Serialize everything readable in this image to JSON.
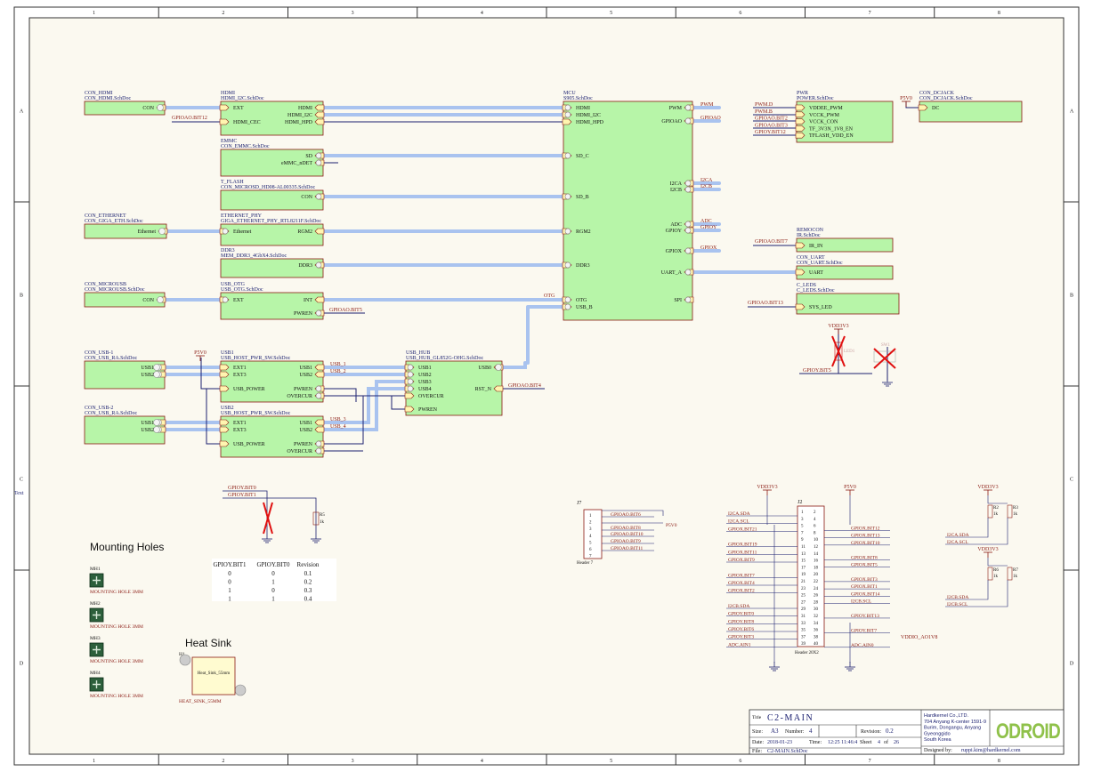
{
  "frame": {
    "columns": [
      "1",
      "2",
      "3",
      "4",
      "5",
      "6",
      "7",
      "8"
    ],
    "rows": [
      "A",
      "B",
      "C",
      "D"
    ],
    "side_text": "Text"
  },
  "colors": {
    "sheet_bg": "#fbf9f0",
    "block_fill": "#b7f5a8",
    "block_stroke": "#8a1a12",
    "bus": "#a9c3ef",
    "wire": "#1c2170",
    "net_label": "#8a1a12",
    "pin_text": "#111111"
  },
  "sheets": {
    "con_hdmi": {
      "name": "CON_HDMI",
      "file": "CON_HDMI.SchDoc",
      "pins": [
        "CON"
      ]
    },
    "hdmi": {
      "name": "HDMI",
      "file": "HDMI_I2C.SchDoc",
      "pins": [
        "EXT",
        "HDMI",
        "HDMI_I2C",
        "HDMI_HPD",
        "HDMI_CEC"
      ]
    },
    "emmc": {
      "name": "EMMC",
      "file": "CON_EMMC.SchDoc",
      "pins": [
        "SD",
        "eMMC_nDET"
      ]
    },
    "tflash": {
      "name": "T_FLASH",
      "file": "CON_MICROSD_HD08-AL00335.SchDoc",
      "pins": [
        "CON"
      ]
    },
    "con_eth": {
      "name": "CON_ETHERNET",
      "file": "CON_GIGA_ETH.SchDoc",
      "pins": [
        "Ethernet"
      ]
    },
    "eth_phy": {
      "name": "ETHERNET_PHY",
      "file": "GIGA_ETHERNET_PHY_RTL8211F.SchDoc",
      "pins": [
        "Ethernet",
        "RGM2"
      ]
    },
    "ddr3": {
      "name": "DDR3",
      "file": "MEM_DDR3_4GbX4.SchDoc",
      "pins": [
        "DDR3"
      ]
    },
    "con_musb": {
      "name": "CON_MICROUSB",
      "file": "CON_MICROUSB.SchDoc",
      "pins": [
        "CON"
      ]
    },
    "usb_otg": {
      "name": "USB_OTG",
      "file": "USB_OTG.SchDoc",
      "pins": [
        "EXT",
        "INT",
        "PWREN"
      ]
    },
    "mcu": {
      "name": "MCU",
      "file": "S905.SchDoc",
      "pins_left": [
        "HDMI",
        "HDMI_I2C",
        "HDMI_HPD",
        "SD_C",
        "SD_B",
        "RGM2",
        "DDR3",
        "OTG",
        "USB_B"
      ],
      "pins_right": [
        "PWM",
        "GPIOAO",
        "I2CA",
        "I2CB",
        "ADC",
        "GPIOY",
        "GPIOX",
        "UART_A",
        "SPI"
      ]
    },
    "pwr": {
      "name": "PWR",
      "file": "POWER.SchDoc",
      "pins": [
        "VDDEE_PWM",
        "VCCK_PWM",
        "VCCK_CON",
        "TF_3V3N_1V8_EN",
        "TFLASH_VDD_EN"
      ]
    },
    "con_dcjack": {
      "name": "CON_DCJACK",
      "file": "CON_DCJACK.SchDoc",
      "pins": [
        "DC"
      ]
    },
    "remocon": {
      "name": "REMOCON",
      "file": "IR.SchDoc",
      "pins": [
        "IR_IN"
      ]
    },
    "con_uart": {
      "name": "CON_UART",
      "file": "CON_UART.SchDoc",
      "pins": [
        "UART"
      ]
    },
    "c_leds": {
      "name": "C_LEDS",
      "file": "C_LEDS.SchDoc",
      "pins": [
        "SYS_LED"
      ]
    },
    "con_usb1": {
      "name": "CON_USB-1",
      "file": "CON_USB_RA.SchDoc",
      "pins": [
        "USB1",
        "USB2"
      ]
    },
    "usb1": {
      "name": "USB1",
      "file": "USB_HOST_PWR_SW.SchDoc",
      "pins": [
        "EXT1",
        "EXT3",
        "USB_POWER",
        "USB1",
        "USB2",
        "PWREN",
        "OVERCUR"
      ]
    },
    "con_usb2": {
      "name": "CON_USB-2",
      "file": "CON_USB_RA.SchDoc",
      "pins": [
        "USB1",
        "USB2"
      ]
    },
    "usb2": {
      "name": "USB2",
      "file": "USB_HOST_PWR_SW.SchDoc",
      "pins": [
        "EXT1",
        "EXT3",
        "USB_POWER",
        "USB1",
        "USB2",
        "PWREN",
        "OVERCUR"
      ]
    },
    "usb_hub": {
      "name": "USB_HUB",
      "file": "USB_HUB_GL852G-OHG.SchDoc",
      "pins": [
        "USB1",
        "USB2",
        "USB3",
        "USB4",
        "OVERCUR",
        "PWREN",
        "USB0",
        "RST_N"
      ]
    }
  },
  "nets": {
    "gpioao_bit12": "GPIOAO.BIT12",
    "gpioao_bit5": "GPIOAO.BIT5",
    "gpioao_bit4": "GPIOAO.BIT4",
    "gpioao_bit7": "GPIOAO.BIT7",
    "gpioao_bit13": "GPIOAO.BIT13",
    "otg": "OTG",
    "pwm": "PWM",
    "gpioao": "GPIOAO",
    "i2ca": "I2CA",
    "i2cb": "I2CB",
    "adc": "ADC",
    "gpioy": "GPIOY",
    "gpiox": "GPIOX",
    "usb_1": "USB_1",
    "usb_2": "USB_2",
    "usb_3": "USB_3",
    "usb_4": "USB_4",
    "p5v0": "P5V0",
    "vdd3v3": "VDD3V3",
    "gpioy_bit5": "GPIOY.BIT5",
    "gpioy_bit0": "GPIOY.BIT0",
    "gpioy_bit1": "GPIOY.BIT1",
    "vddio_ao1v8": "VDDIO_AO1V8",
    "pwr_inputs": [
      "PWM.D",
      "PWM.B",
      "GPIOAO.BIT2",
      "GPIOAO.BIT3",
      "GPIOY.BIT12"
    ]
  },
  "power_parts": {
    "led_label": "LED1",
    "sw_label": "SW1",
    "r5": "R5",
    "r5_val": "1k"
  },
  "header_j7": {
    "ref": "J7",
    "name": "Header 7",
    "pins": [
      "1",
      "2",
      "3",
      "4",
      "5",
      "6",
      "7"
    ],
    "nets": [
      "GPIOAO.BIT6",
      "GPIOAO.BIT8",
      "GPIOAO.BIT10",
      "GPIOAO.BIT9",
      "GPIOAO.BIT11"
    ],
    "supply": "P5V0"
  },
  "header_j2": {
    "ref": "J2",
    "name": "Header 20X2",
    "left_nets": [
      "I2CA.SDA",
      "I2CA.SCL",
      "GPIOX.BIT21",
      "",
      "GPIOX.BIT19",
      "GPIOX.BIT11",
      "GPIOX.BIT9",
      "",
      "GPIOX.BIT7",
      "GPIOX.BIT4",
      "GPIOX.BIT2",
      "",
      "I2CB.SDA",
      "GPIOY.BIT0",
      "GPIOY.BIT8",
      "GPIOY.BIT6",
      "GPIOY.BIT3",
      "ADC.AIN1"
    ],
    "right_nets": [
      "",
      "",
      "GPIOX.BIT12",
      "GPIOX.BIT13",
      "GPIOX.BIT10",
      "",
      "GPIOX.BIT8",
      "GPIOX.BIT5",
      "",
      "GPIOX.BIT3",
      "GPIOX.BIT1",
      "GPIOX.BIT14",
      "I2CB.SCL",
      "",
      "GPIOY.BIT13",
      "",
      "GPIOY.BIT7",
      "",
      "ADC.AIN0"
    ],
    "odd_pins": [
      "1",
      "3",
      "5",
      "7",
      "9",
      "11",
      "13",
      "15",
      "17",
      "19",
      "21",
      "23",
      "25",
      "27",
      "29",
      "31",
      "33",
      "35",
      "37",
      "39"
    ],
    "even_pins": [
      "2",
      "4",
      "6",
      "8",
      "10",
      "12",
      "14",
      "16",
      "18",
      "20",
      "22",
      "24",
      "26",
      "28",
      "30",
      "32",
      "34",
      "36",
      "38",
      "40"
    ]
  },
  "pullups": {
    "r2": "R2",
    "r3": "R3",
    "r6": "R6",
    "r7": "R7",
    "val": "1k",
    "i2ca_sda": "I2CA.SDA",
    "i2ca_scl": "I2CA.SCL",
    "i2cb_sda": "I2CB.SDA",
    "i2cb_scl": "I2CB.SCL"
  },
  "revision_table": {
    "headers": [
      "GPIOY.BIT1",
      "GPIOY.BIT0",
      "Revision"
    ],
    "rows": [
      [
        "0",
        "0",
        "0.1"
      ],
      [
        "0",
        "1",
        "0.2"
      ],
      [
        "1",
        "0",
        "0.3"
      ],
      [
        "1",
        "1",
        "0.4"
      ]
    ]
  },
  "mounting": {
    "title": "Mounting Holes",
    "holes": [
      {
        "ref": "MH1",
        "label": "MOUNTING HOLE 3MM"
      },
      {
        "ref": "MH2",
        "label": "MOUNTING HOLE 3MM"
      },
      {
        "ref": "MH3",
        "label": "MOUNTING HOLE 3MM"
      },
      {
        "ref": "MH4",
        "label": "MOUNTING HOLE 3MM"
      }
    ]
  },
  "heatsink": {
    "title": "Heat Sink",
    "ref": "H1",
    "part": "Heat_Sink_55mm",
    "label": "HEAT_SINK_55MM"
  },
  "title_block": {
    "title_label": "Title",
    "title": "C2-MAIN",
    "size_label": "Size:",
    "size": "A3",
    "number_label": "Number:",
    "number": "4",
    "revision_label": "Revision:",
    "revision": "0.2",
    "date_label": "Date:",
    "date": "2018-01-23",
    "time_label": "Time:",
    "time": "12:25 11:46:4",
    "sheet_label": "Sheet",
    "sheet": "4",
    "of_label": "of",
    "sheet_total": "26",
    "file_label": "File:",
    "file": "C2-MAIN.SchDoc",
    "company": [
      "Hardkernel Co.,LTD.",
      "704 Anyang K-center 1591-9",
      "Burim, Dongangu, Anyang",
      "Gyeonggido",
      "South Korea"
    ],
    "designed_label": "Designed by:",
    "designed_by": "ruppi.kim@hardkernel.com",
    "logo": "ODROID"
  }
}
